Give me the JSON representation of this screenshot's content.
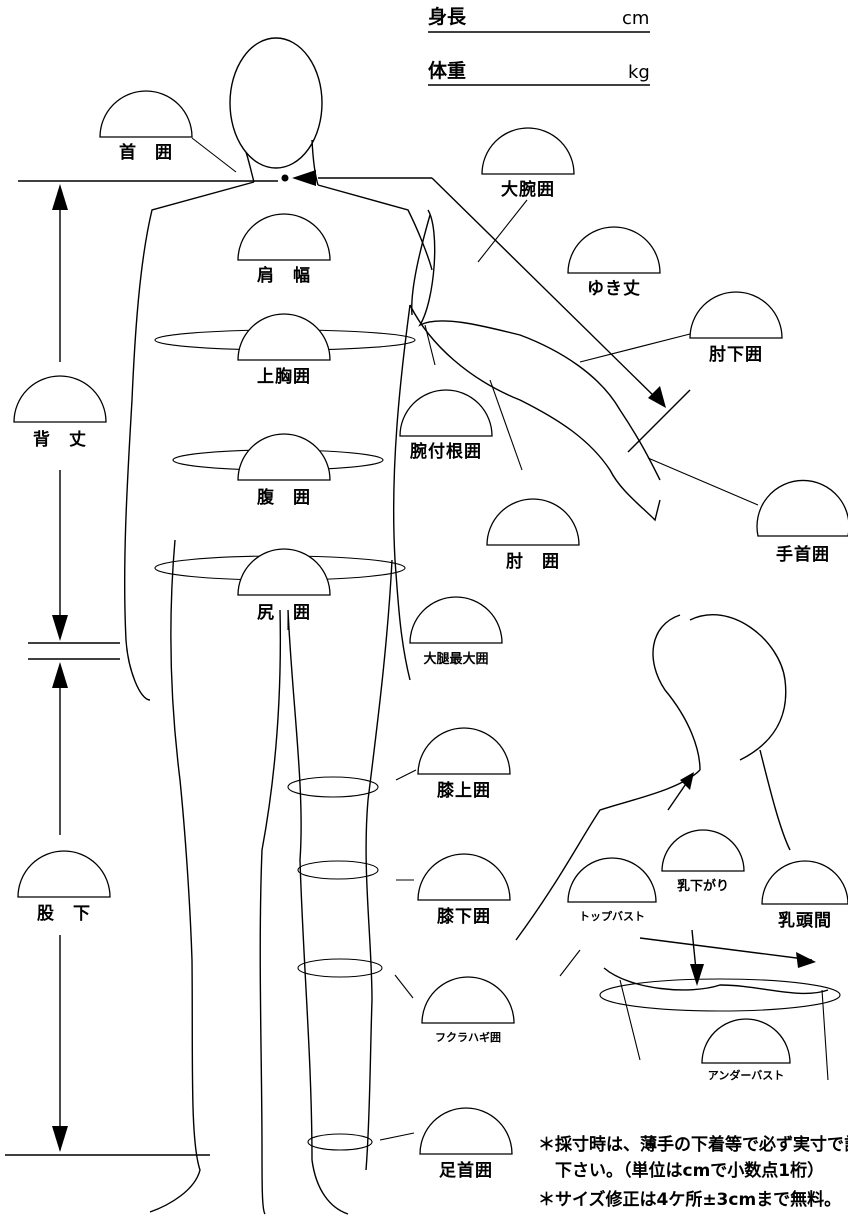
{
  "header": {
    "height_label": "身長",
    "height_unit": "cm",
    "weight_label": "体重",
    "weight_unit": "kg"
  },
  "measurements": {
    "neck": "首　囲",
    "upper_arm": "大腕囲",
    "shoulder_width": "肩　幅",
    "sleeve_length": "ゆき丈",
    "upper_chest": "上胸囲",
    "below_elbow": "肘下囲",
    "back_length": "背　丈",
    "armhole": "腕付根囲",
    "waist": "腹　囲",
    "elbow": "肘　囲",
    "wrist": "手首囲",
    "hip": "尻　囲",
    "thigh": "大腿最大囲",
    "above_knee": "膝上囲",
    "below_knee": "膝下囲",
    "inseam": "股　下",
    "calf": "フクラハギ囲",
    "ankle": "足首囲",
    "bust_drop": "乳下がり",
    "top_bust": "トップバスト",
    "nipple_distance": "乳頭間",
    "under_bust": "アンダーバスト"
  },
  "notes": [
    "＊採寸時は、薄手の下着等で必ず実寸で計っ",
    "　下さい。（単位はcmで小数点1桁）",
    "＊サイズ修正は4ケ所±3cmまで無料。"
  ]
}
